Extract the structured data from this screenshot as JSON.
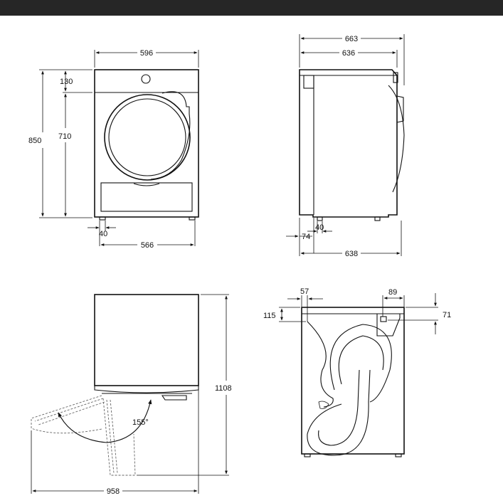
{
  "front": {
    "width": "596",
    "top_panel": "130",
    "door_height": "710",
    "height": "850",
    "foot_inset": "40",
    "feet_width": "566"
  },
  "side": {
    "depth_total": "663",
    "depth_body": "636",
    "foot_offset": "40",
    "rear_offset": "74",
    "base_depth": "638"
  },
  "top": {
    "height_door_open": "1108",
    "door_angle": "155°",
    "width_door_open": "958"
  },
  "rear": {
    "hose_left": "57",
    "outlet_right": "89",
    "hose_drop": "115",
    "outlet_drop": "71"
  }
}
